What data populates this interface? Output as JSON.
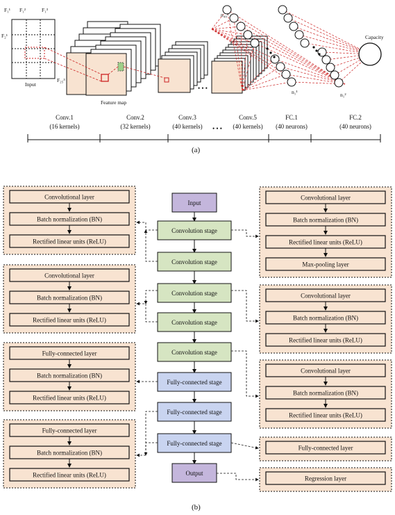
{
  "part_a": {
    "filter_labels": [
      "F₁¹",
      "F₁²",
      "F₁³",
      "F₂¹",
      "F₂₅³"
    ],
    "input_label": "Input",
    "feature_map_label": "Feature map",
    "neuron_labels": {
      "n40_1": "n₄₀¹",
      "n1_1": "n₁¹",
      "n1_2": "n₁²"
    },
    "output_label": "Capacity",
    "dots": "• • •",
    "stages": [
      {
        "name": "Conv.1",
        "detail": "(16 kernels)"
      },
      {
        "name": "Conv.2",
        "detail": "(32 kernels)"
      },
      {
        "name": "Conv.3",
        "detail": "(40 kernels)"
      },
      {
        "name": "Conv.5",
        "detail": "(40 kernels)"
      },
      {
        "name": "FC.1",
        "detail": "(40 neurons)"
      },
      {
        "name": "FC.2",
        "detail": "(40 neurons)"
      }
    ],
    "caption": "(a)"
  },
  "part_b": {
    "center": [
      {
        "label": "Input",
        "kind": "io"
      },
      {
        "label": "Convolution stage",
        "kind": "conv"
      },
      {
        "label": "Convolution stage",
        "kind": "conv"
      },
      {
        "label": "Convolution stage",
        "kind": "conv"
      },
      {
        "label": "Convolution stage",
        "kind": "conv"
      },
      {
        "label": "Convolution stage",
        "kind": "conv"
      },
      {
        "label": "Fully-connected stage",
        "kind": "fc"
      },
      {
        "label": "Fully-connected stage",
        "kind": "fc"
      },
      {
        "label": "Fully-connected stage",
        "kind": "fc"
      },
      {
        "label": "Output",
        "kind": "io"
      }
    ],
    "left_groups": [
      [
        "Convolutional layer",
        "Batch normalization (BN)",
        "Rectified linear units (ReLU)"
      ],
      [
        "Convolutional layer",
        "Batch normalization (BN)",
        "Rectified linear units (ReLU)"
      ],
      [
        "Fully-connected layer",
        "Batch normalization (BN)",
        "Rectified linear units (ReLU)"
      ],
      [
        "Fully-connected layer",
        "Batch normalization (BN)",
        "Rectified linear units (ReLU)"
      ]
    ],
    "right_groups": [
      [
        "Convolutional layer",
        "Batch normalization (BN)",
        "Rectified linear units (ReLU)",
        "Max-pooling layer"
      ],
      [
        "Convolutional layer",
        "Batch normalization (BN)",
        "Rectified linear units (ReLU)"
      ],
      [
        "Convolutional layer",
        "Batch normalization (BN)",
        "Rectified linear units (ReLU)"
      ],
      [
        "Fully-connected layer"
      ],
      [
        "Regression layer"
      ]
    ],
    "caption": "(b)"
  },
  "colors": {
    "peach": "#f8e3d1",
    "conv_green": "#d6e5c2",
    "fc_blue": "#c9d4f0",
    "io_purple": "#c4b6dc",
    "dashed_red": "#cc2222"
  }
}
